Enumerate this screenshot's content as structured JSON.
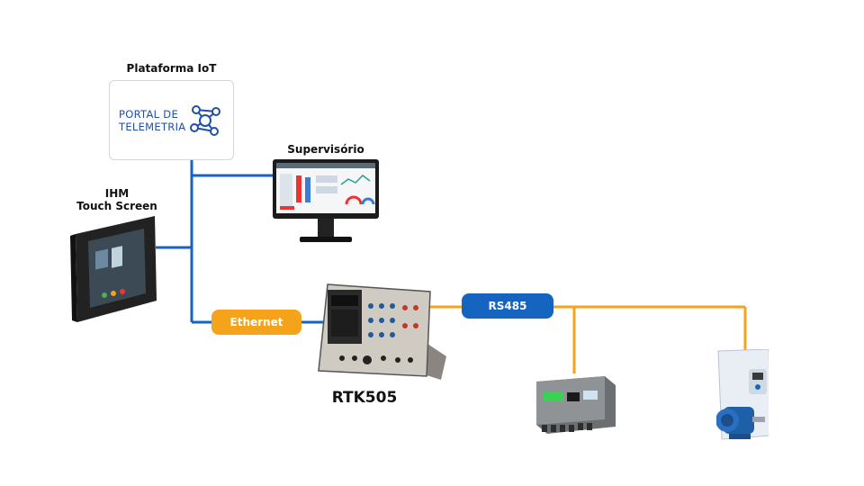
{
  "nodes": {
    "iot_platform": {
      "title": "Plataforma IoT",
      "logo_line1": "PORTAL DE",
      "logo_line2": "TELEMETRIA"
    },
    "supervisory": {
      "title": "Supervisório"
    },
    "hmi": {
      "title_line1": "IHM",
      "title_line2": "Touch Screen"
    },
    "controller": {
      "title": "RTK505"
    }
  },
  "links": {
    "ethernet_label": "Ethernet",
    "rs485_label": "RS485"
  },
  "colors": {
    "ethernet_line": "#1565c0",
    "rs485_line": "#f5a31a",
    "ethernet_pill": "#f5a31a",
    "rs485_pill": "#1565c0",
    "portal_text": "#1f4fa8"
  },
  "icons": [
    "network-graph-icon",
    "monitor-icon",
    "touchscreen-hmi-icon",
    "controller-device-icon",
    "power-meter-icon",
    "electric-motor-icon",
    "frequency-inverter-icon"
  ]
}
